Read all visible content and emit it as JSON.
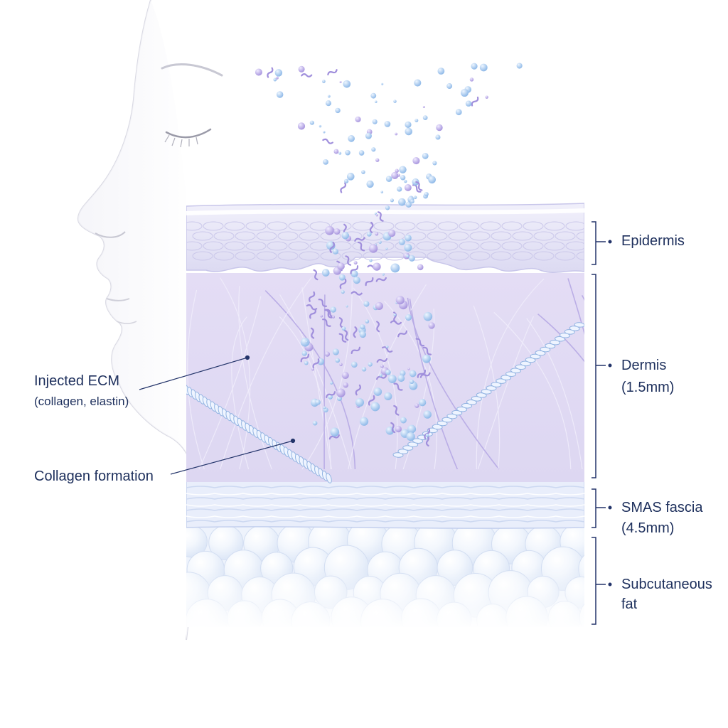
{
  "labels": {
    "epidermis": "Epidermis",
    "dermis": "Dermis",
    "dermis_depth": "(1.5mm)",
    "smas": "SMAS fascia",
    "smas_depth": "(4.5mm)",
    "fat": "Subcutaneous",
    "fat_line2": "fat",
    "ecm": "Injected ECM",
    "ecm_detail": "(collagen, elastin)",
    "collagen": "Collagen formation"
  },
  "colors": {
    "label_text": "#1d2f5c",
    "leader_line": "#23346a",
    "epidermis": "#e2e1f6",
    "dermis": "#ddd6f2",
    "smas": "#e9eefb",
    "fat": "#eef3fc",
    "particle_blue": "#a9cdf0",
    "particle_purple": "#b8a6e6"
  }
}
